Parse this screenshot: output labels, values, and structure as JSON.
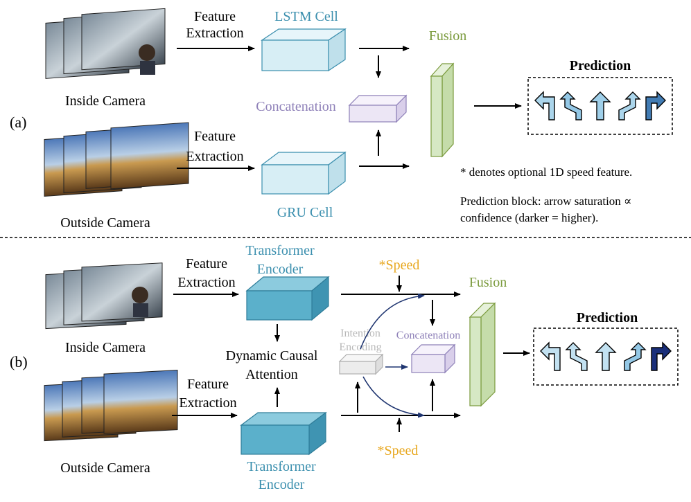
{
  "panel_a": {
    "label": "(a)",
    "inside_camera": "Inside Camera",
    "outside_camera": "Outside Camera",
    "feature_extraction_top": [
      "Feature",
      "Extraction"
    ],
    "feature_extraction_bottom": [
      "Feature",
      "Extraction"
    ],
    "lstm": "LSTM Cell",
    "gru": "GRU Cell",
    "concatenation": "Concatenation",
    "fusion": "Fusion",
    "prediction": "Prediction",
    "note_speed": "* denotes optional 1D speed feature.",
    "note_block": [
      "Prediction block: arrow saturation ∝",
      "confidence (darker = higher)."
    ]
  },
  "panel_b": {
    "label": "(b)",
    "inside_camera": "Inside Camera",
    "outside_camera": "Outside Camera",
    "feature_extraction_top": [
      "Feature",
      "Extraction"
    ],
    "feature_extraction_bottom": [
      "Feature",
      "Extraction"
    ],
    "transformer_top": [
      "Transformer",
      "Encoder"
    ],
    "transformer_bottom": [
      "Transformer",
      "Encoder"
    ],
    "dynamic_attention": [
      "Dynamic Causal",
      "Attention"
    ],
    "intention": [
      "Intention",
      "Encoding"
    ],
    "concatenation": "Concatenation",
    "fusion": "Fusion",
    "prediction": "Prediction",
    "speed_top": "*Speed",
    "speed_bottom": "*Speed"
  },
  "colors": {
    "teal_text": "#3b8fae",
    "purple_text": "#8e80b8",
    "green_text": "#7a9a3c",
    "speed_text": "#e8a820",
    "gray_text": "#b8b8b8",
    "lstm_box": "#d7eef5",
    "transformer_box": "#5bb0cb",
    "concat_box": "#ece6f5",
    "fusion_box": "#d6e8c4",
    "dark_navy": "#1f3570"
  },
  "prediction_a_confidence": [
    0.25,
    0.35,
    0.3,
    0.25,
    0.75
  ],
  "prediction_b_confidence": [
    0.15,
    0.15,
    0.15,
    0.35,
    1.0
  ]
}
